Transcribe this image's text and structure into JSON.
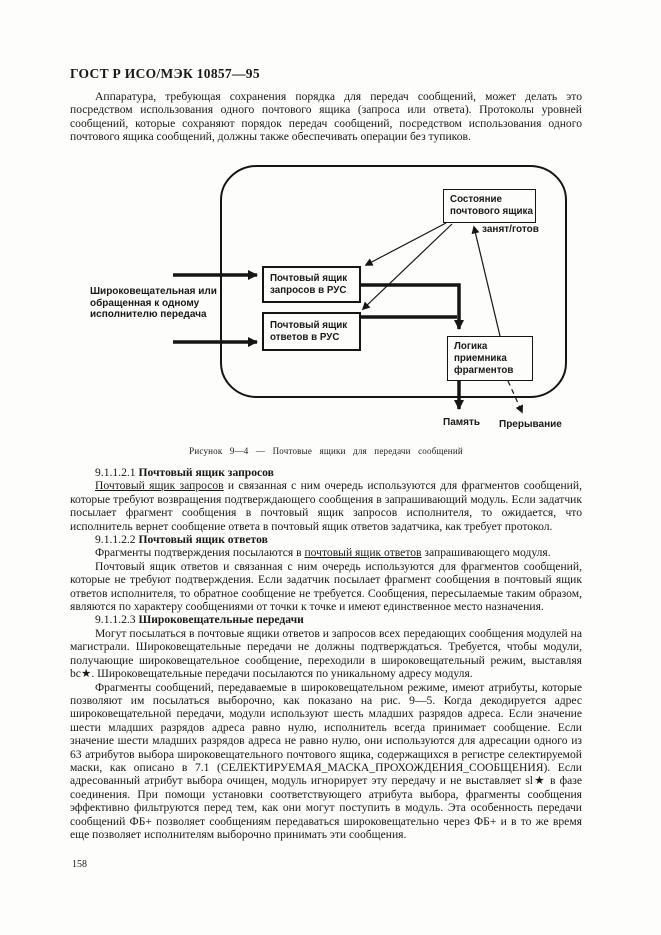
{
  "header": {
    "title": "ГОСТ Р ИСО/МЭК 10857—95"
  },
  "intro": "Аппаратура, требующая сохранения порядка для передач сообщений, может делать это посредством использования одного почтового ящика (запроса или ответа). Протоколы уровней сообщений, которые сохраняют порядок передач сообщений, посредством использования одного почтового ящика сообщений, должны также обеспечивать операции без тупиков.",
  "figure": {
    "caption": "Рисунок 9—4 — Почтовые ящики для передачи сообщений",
    "left_label": "Широковещательная или\nобращенная к одному\nисполнителю передача",
    "boxes": {
      "status": "Состояние\nпочтового ящика",
      "request": "Почтовый ящик\nзапросов в РУС",
      "response": "Почтовый ящик\nответов в РУС",
      "logic": "Логика\nприемника\nфрагментов"
    },
    "labels": {
      "busy_ready": "занят/готов",
      "memory": "Память",
      "interrupt": "Прерывание"
    }
  },
  "sections": [
    {
      "number": "9.1.1.2.1",
      "title": "Почтовый ящик запросов",
      "paragraphs": [
        [
          {
            "t": "Почтовый ящик запросов",
            "u": true
          },
          {
            "t": " и связанная с ним очередь используются для фрагментов сообщений, которые требуют возвращения подтверждающего сообщения в запрашивающий модуль. Если задатчик посылает фрагмент сообщения в почтовый ящик запросов исполнителя, то ожидается, что исполнитель вернет сообщение ответа в почтовый ящик ответов задатчика, как требует протокол."
          }
        ]
      ]
    },
    {
      "number": "9.1.1.2.2",
      "title": "Почтовый ящик ответов",
      "paragraphs": [
        [
          {
            "t": "Фрагменты подтверждения посылаются в "
          },
          {
            "t": "почтовый ящик ответов",
            "u": true
          },
          {
            "t": " запрашивающего модуля."
          }
        ],
        [
          {
            "t": "Почтовый ящик ответов и связанная с ним очередь используются для фрагментов сообщений, которые не требуют подтверждения. Если задатчик посылает фрагмент сообщения в почтовый ящик ответов исполнителя, то обратное сообщение не требуется. Сообщения, пересылаемые таким образом, являются по характеру сообщениями от точки к точке и имеют единственное место назначения."
          }
        ]
      ]
    },
    {
      "number": "9.1.1.2.3",
      "title": "Широковещательные передачи",
      "paragraphs": [
        [
          {
            "t": "Могут посылаться в почтовые ящики ответов и запросов всех передающих сообщения модулей на магистрали. Широковещательные передачи не должны подтверждаться. Требуется, чтобы модули, получающие широковещательное сообщение, переходили в широковещательный режим, выставляя bc★. Широковещательные передачи посылаются по уникальному адресу модуля."
          }
        ],
        [
          {
            "t": "Фрагменты сообщений, передаваемые в широковещательном режиме, имеют атрибуты, которые позволяют им посылаться выборочно, как показано на рис. 9—5. Когда декодируется адрес широковещательной передачи, модули используют шесть младших разрядов адреса. Если значение шести младших разрядов адреса равно нулю, исполнитель всегда принимает сообщение. Если значение шести младших разрядов адреса не равно нулю, они используются для адресации одного из 63 атрибутов выбора широковещательного почтового ящика, содержащихся в регистре селектируемой маски, как описано в 7.1 (СЕЛЕКТИРУЕМАЯ_МАСКА_ПРОХОЖДЕНИЯ_СООБЩЕНИЯ). Если адресованный атрибут выбора очищен, модуль игнорирует эту передачу и не выставляет sl★ в фазе соединения. При помощи установки соответствующего атрибута выбора, фрагменты сообщения эффективно фильтруются перед тем, как они могут поступить в модуль. Эта особенность передачи сообщений ФБ+ позволяет сообщениям передаваться широковещательно через ФБ+ и в то же время еще позволяет исполнителям выборочно принимать эти сообщения."
          }
        ]
      ]
    }
  ],
  "page": {
    "number": "158"
  }
}
